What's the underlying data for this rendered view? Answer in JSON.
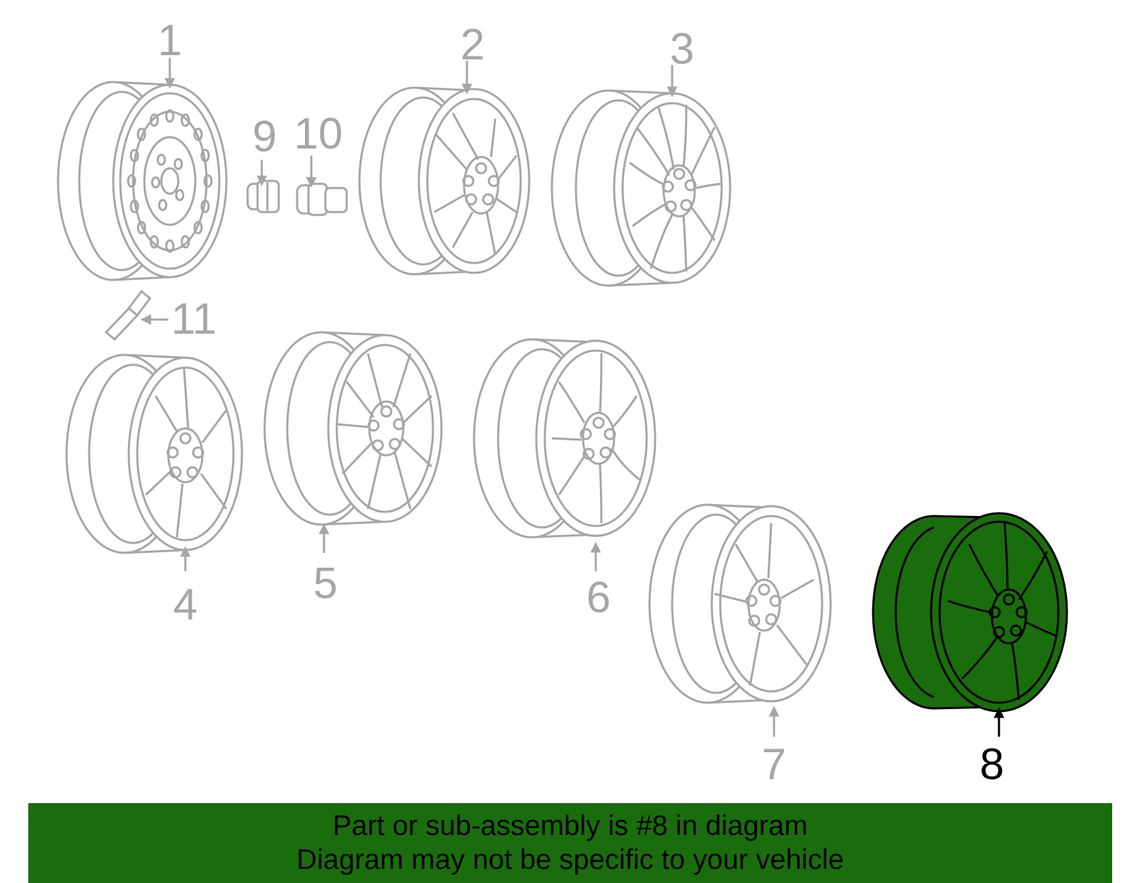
{
  "diagram": {
    "callouts": [
      "1",
      "2",
      "3",
      "4",
      "5",
      "6",
      "7",
      "8",
      "9",
      "10",
      "11"
    ],
    "highlighted_callout": "8"
  },
  "colors": {
    "part_outline": "#a6a6a6",
    "highlight_fill": "#1a6d0c",
    "highlight_outline": "#000000",
    "banner_fill": "#1a6d0c"
  },
  "banner": {
    "line1": "Part or sub-assembly is #8 in diagram",
    "line2": "Diagram may not be specific to your vehicle"
  }
}
